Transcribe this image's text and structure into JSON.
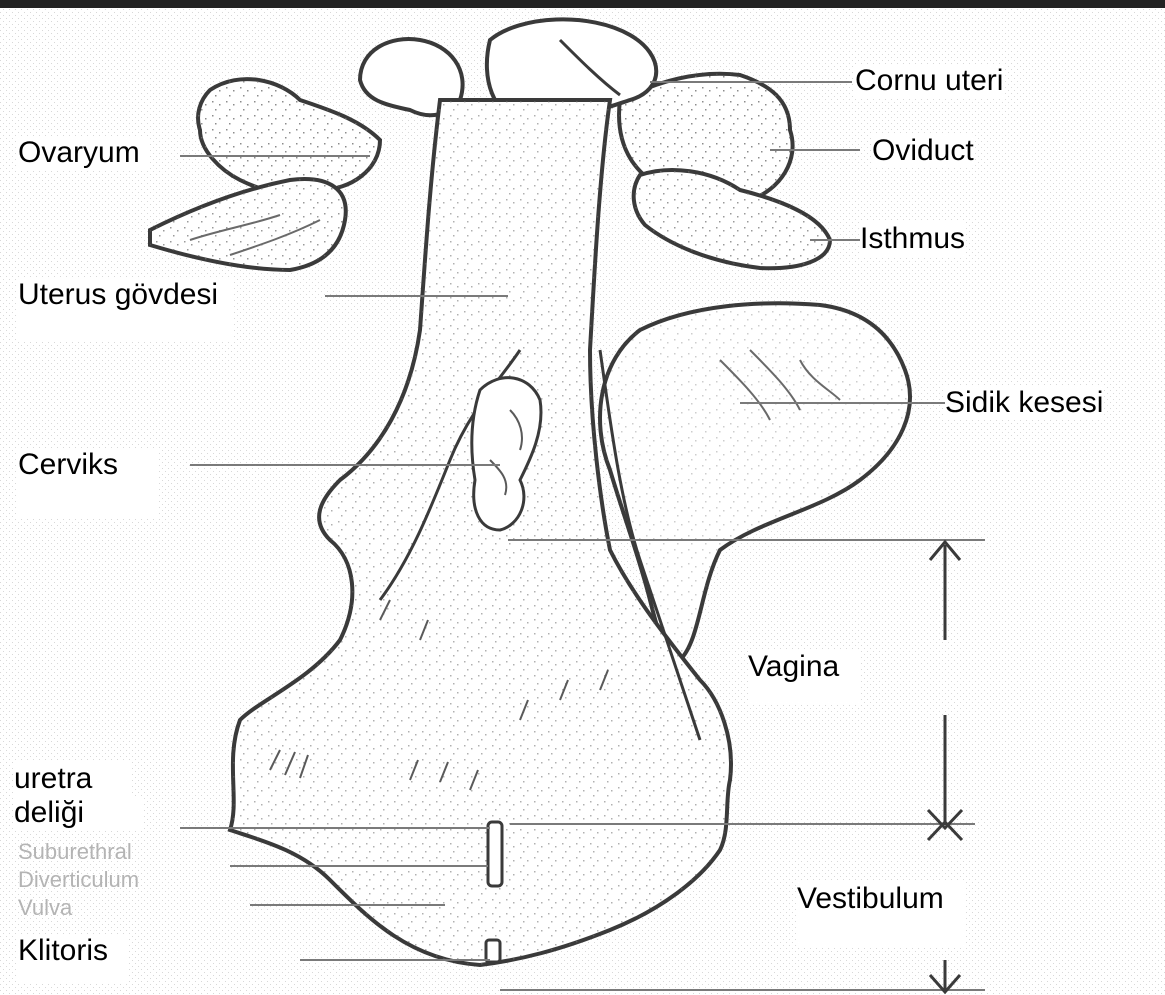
{
  "labels": {
    "cornu_uteri": "Cornu uteri",
    "ovaryum": "Ovaryum",
    "oviduct": "Oviduct",
    "isthmus": "Isthmus",
    "uterus_govdesi": "Uterus gövdesi",
    "sidik_kesesi": "Sidik kesesi",
    "cerviks": "Cerviks",
    "vagina": "Vagina",
    "uretra_line1": "uretra",
    "uretra_line2": "deliği",
    "klitoris": "Klitoris",
    "vestibulum": "Vestibulum"
  },
  "faded_labels": {
    "suburethral": "Suburethral",
    "diverticulum": "Diverticulum",
    "vulva": "Vulva"
  },
  "colors": {
    "outline": "#3a3a3a",
    "stipple": "#8a8a8a",
    "leader": "#7a7a7a",
    "label_text": "#000000",
    "faded_text": "#b4b4b4"
  }
}
